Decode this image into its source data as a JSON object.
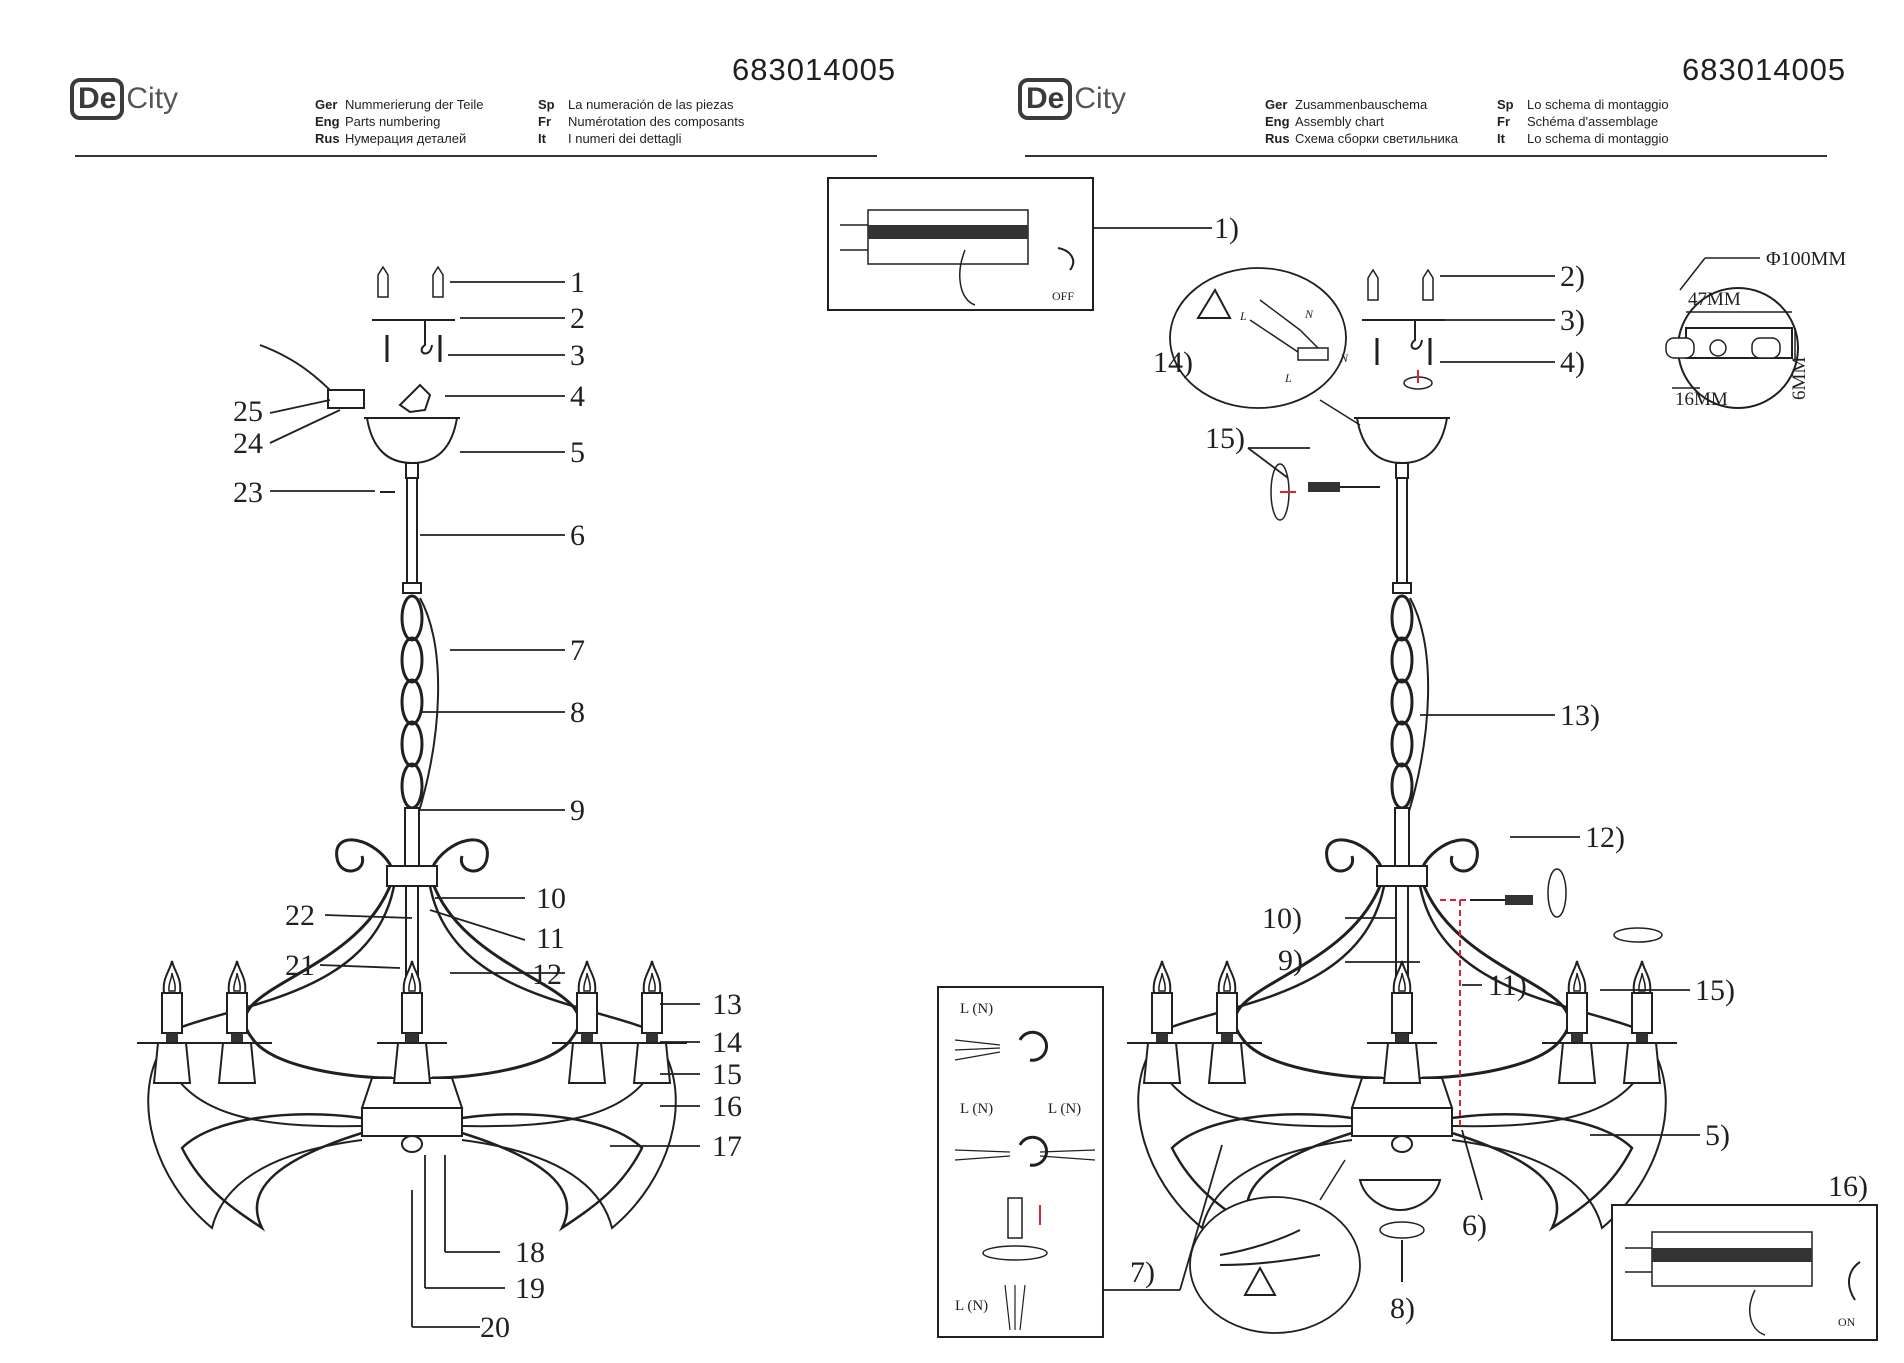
{
  "brand": {
    "badge": "De",
    "word": "City"
  },
  "left": {
    "code": "683014005",
    "header": [
      {
        "lang": "Ger",
        "text": "Nummerierung der Teile"
      },
      {
        "lang": "Eng",
        "text": "Parts numbering"
      },
      {
        "lang": "Rus",
        "text": "Нумерация деталей"
      },
      {
        "lang": "Sp",
        "text": "La numeración de las piezas"
      },
      {
        "lang": "Fr",
        "text": "Numérotation des composants"
      },
      {
        "lang": "It",
        "text": "I numeri dei dettagli"
      }
    ],
    "part_labels": [
      "1",
      "2",
      "3",
      "4",
      "5",
      "6",
      "7",
      "8",
      "9",
      "10",
      "11",
      "12",
      "13",
      "14",
      "15",
      "16",
      "17",
      "18",
      "19",
      "20",
      "21",
      "22",
      "23",
      "24",
      "25"
    ]
  },
  "right": {
    "code": "683014005",
    "header": [
      {
        "lang": "Ger",
        "text": "Zusammenbauschema"
      },
      {
        "lang": "Eng",
        "text": "Assembly chart"
      },
      {
        "lang": "Rus",
        "text": "Схема сборки светильника"
      },
      {
        "lang": "Sp",
        "text": "Lo schema di montaggio"
      },
      {
        "lang": "Fr",
        "text": "Schéma d'assemblage"
      },
      {
        "lang": "It",
        "text": "Lo schema di montaggio"
      }
    ],
    "step_labels": [
      "1)",
      "2)",
      "3)",
      "4)",
      "5)",
      "6)",
      "7)",
      "8)",
      "9)",
      "10)",
      "11)",
      "12)",
      "13)",
      "14)",
      "15)",
      "15)",
      "16)"
    ],
    "off_label": "OFF",
    "on_label": "ON",
    "dimensions": {
      "diameter": "Φ100MM",
      "width": "47MM",
      "slot": "16MM",
      "height": "6MM"
    },
    "wire_labels": [
      "L (N)",
      "L (N)",
      "L (N)",
      "L (N)"
    ],
    "wire_letters": [
      "L",
      "N",
      "L",
      "N"
    ]
  }
}
